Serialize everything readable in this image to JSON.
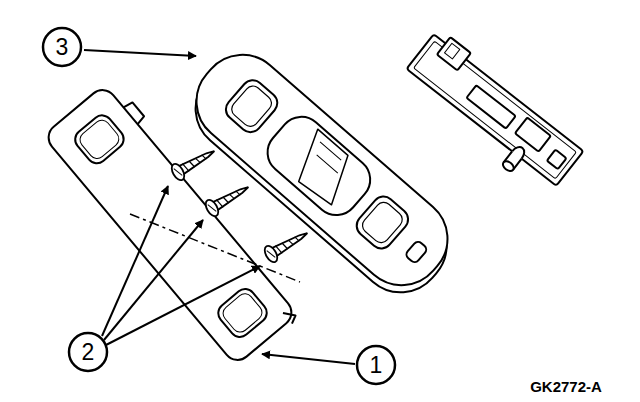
{
  "diagram": {
    "labels": [
      "3",
      "2",
      "1",
      "GK2772-A"
    ]
  }
}
